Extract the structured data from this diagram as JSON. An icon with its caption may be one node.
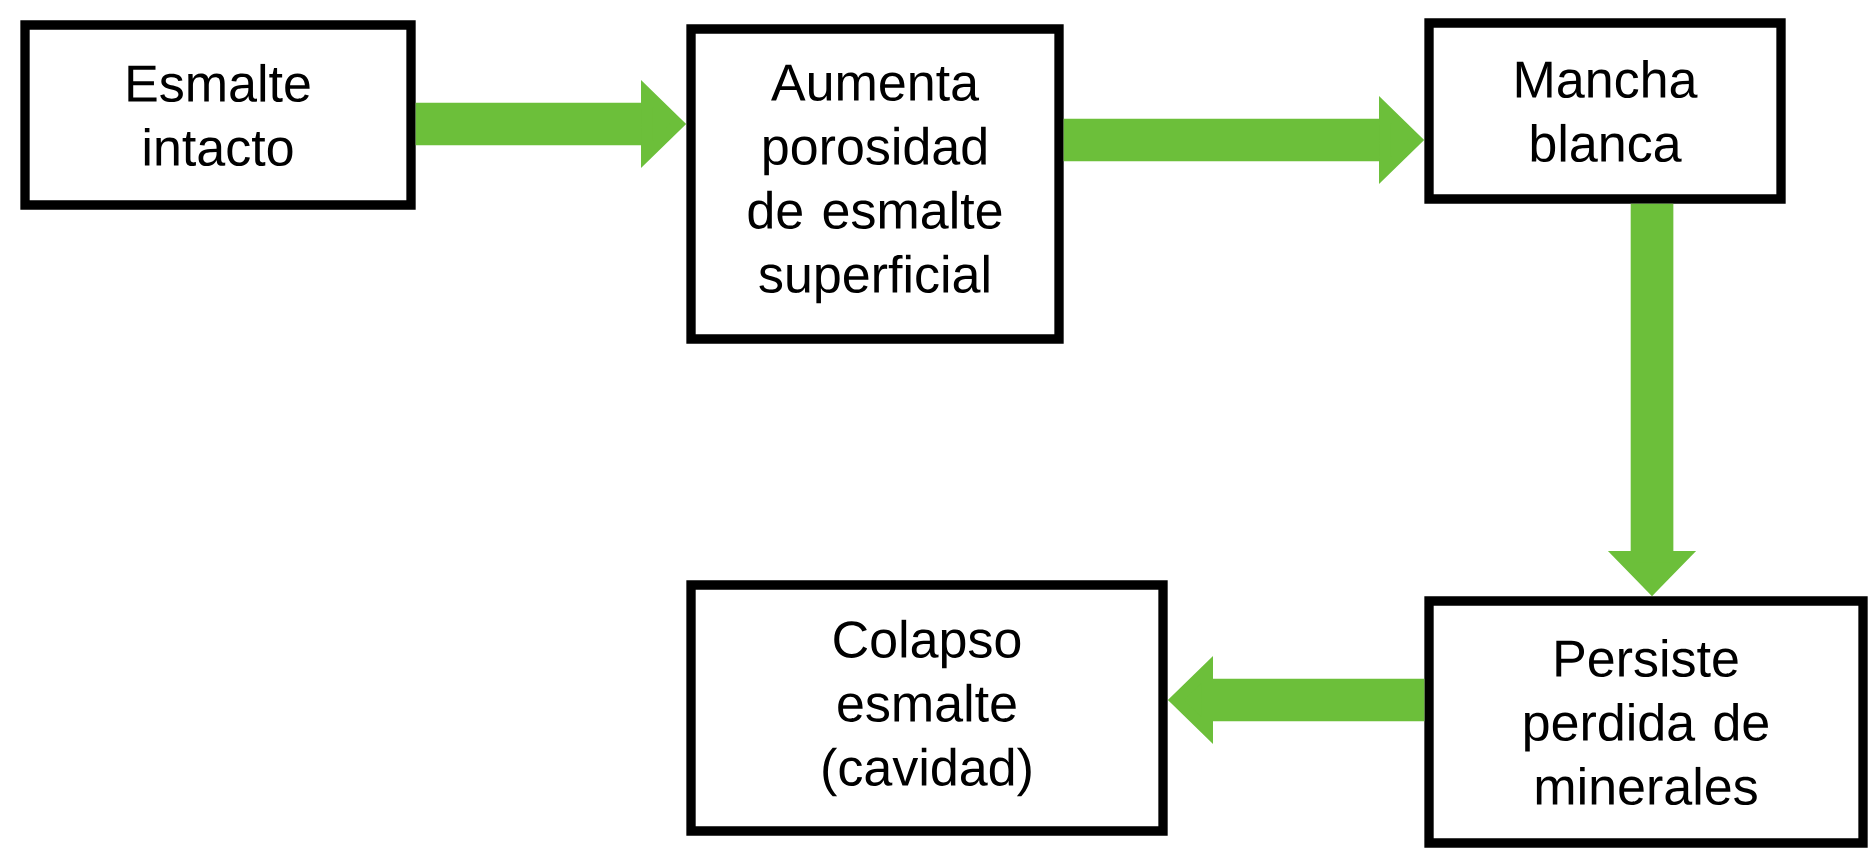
{
  "diagram": {
    "nodes": [
      {
        "text": [
          "Esmalte intacto"
        ]
      },
      {
        "text": [
          "Aumenta porosidad de esmalte superficial"
        ]
      },
      {
        "text": [
          "Mancha blanca"
        ]
      },
      {
        "text": [
          "Persiste perdida de minerales"
        ]
      },
      {
        "text": [
          "Colapso esmalte (cavidad)"
        ]
      }
    ],
    "edges": [
      {
        "from": 0,
        "to": 1,
        "arrow": "to"
      },
      {
        "from": 1,
        "to": 2,
        "arrow": "to"
      },
      {
        "from": 2,
        "to": 3,
        "arrow": "to"
      },
      {
        "from": 3,
        "to": 4,
        "arrow": "to"
      }
    ]
  }
}
